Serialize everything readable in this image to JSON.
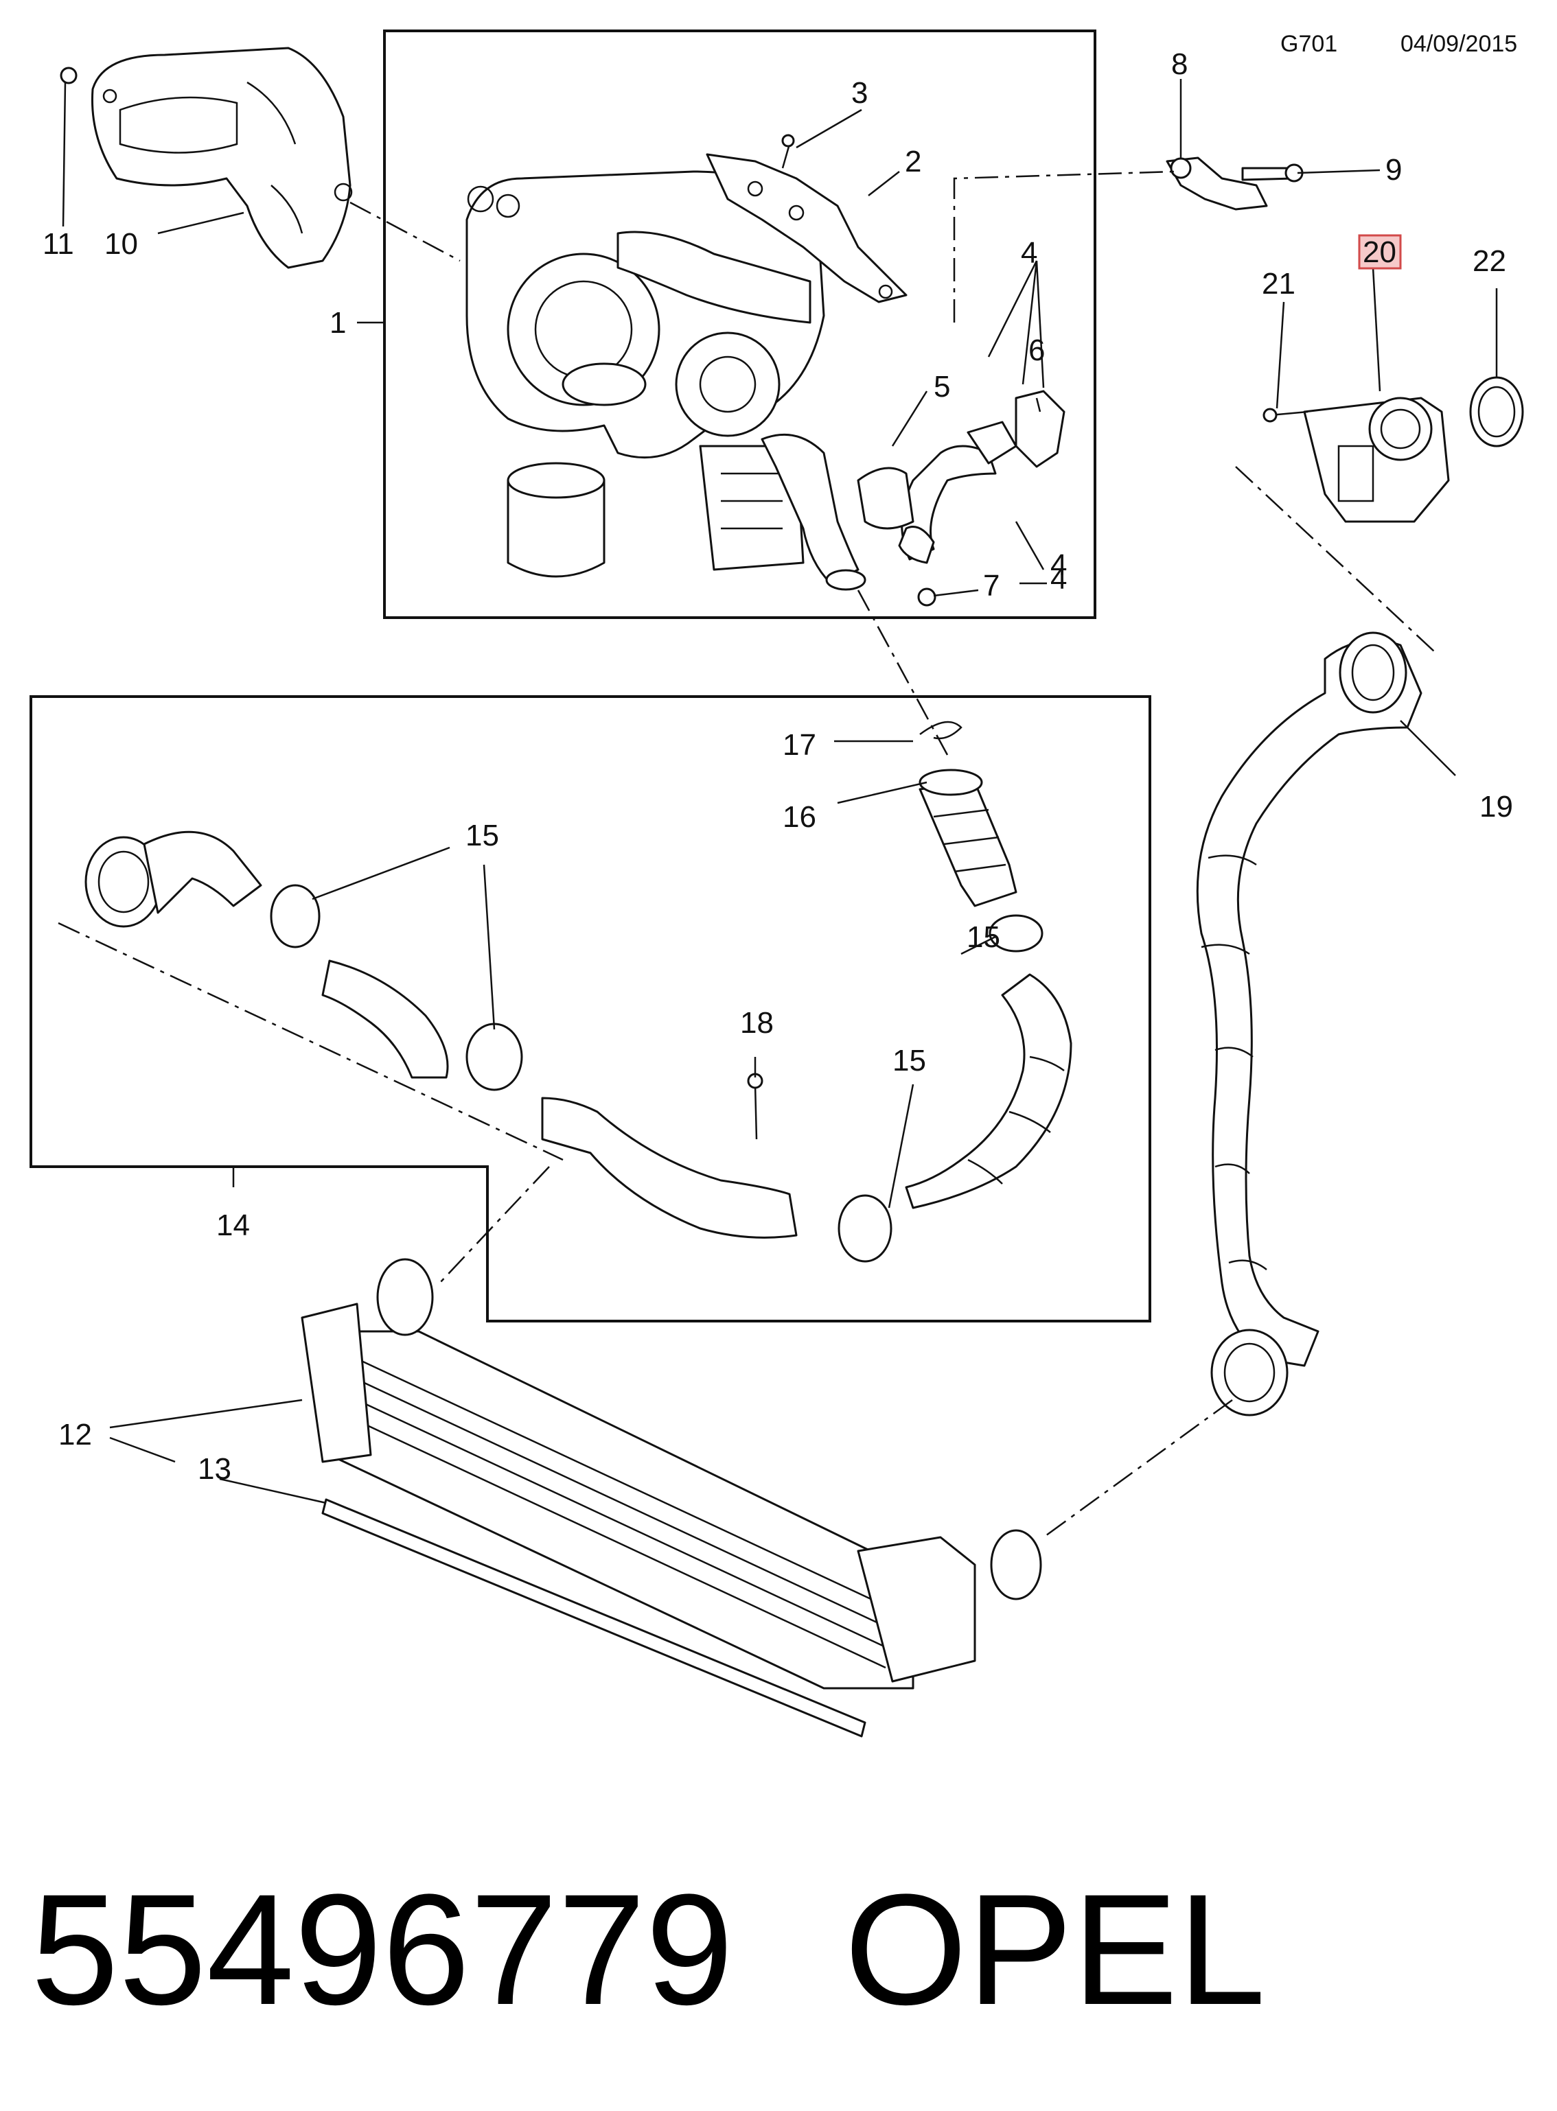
{
  "header": {
    "code": "G701",
    "date": "04/09/2015"
  },
  "callouts": [
    "1",
    "2",
    "3",
    "4",
    "4",
    "4",
    "5",
    "6",
    "7",
    "8",
    "9",
    "10",
    "11",
    "12",
    "13",
    "14",
    "15",
    "15",
    "15",
    "16",
    "17",
    "18",
    "19",
    "20",
    "21",
    "22"
  ],
  "highlight": {
    "label": "20",
    "color": "#d24a4a"
  },
  "footer": {
    "part_number": "55496779",
    "brand": "OPEL"
  }
}
